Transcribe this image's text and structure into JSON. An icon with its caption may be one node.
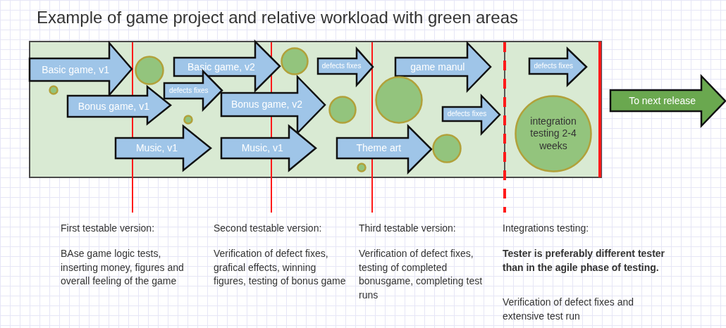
{
  "diagram": {
    "title": "Example of game project and relative workload with green areas",
    "nodes": [
      {
        "text": [],
        "shape": "box"
      },
      {
        "text": [
          "Basic game, v1"
        ],
        "in": 0
      },
      {
        "text": [
          "Bonus game, v1"
        ],
        "in": 0
      },
      {
        "text": [
          "Music, v1"
        ],
        "in": 0
      },
      {
        "text": [
          "Basic game, v2"
        ],
        "in": 0
      },
      {
        "text": [
          "defects fixes"
        ],
        "in": 0
      },
      {
        "text": [
          "Bonus game, v2"
        ],
        "in": 0
      },
      {
        "text": [
          "Music, v1"
        ],
        "in": 0
      },
      {
        "text": [
          "defects fixes"
        ],
        "in": 0
      },
      {
        "text": [
          "game manul"
        ],
        "in": 0
      },
      {
        "text": [
          "defects fixes"
        ],
        "in": 0
      },
      {
        "text": [
          "Theme art"
        ],
        "in": 0
      },
      {
        "text": [
          "defects fixes"
        ],
        "in": 0
      },
      {
        "text": [
          "integration testing 2-4 weeks"
        ],
        "in": 0
      },
      {
        "text": [],
        "shape": "circle",
        "in": 0
      },
      {
        "text": [],
        "shape": "circle",
        "in": 0
      },
      {
        "text": [],
        "shape": "circle",
        "in": 0
      },
      {
        "text": [],
        "shape": "circle",
        "in": 0
      },
      {
        "text": [],
        "shape": "circle",
        "in": 0
      },
      {
        "text": [],
        "shape": "circle",
        "in": 0
      },
      {
        "text": [],
        "shape": "circle",
        "in": 0
      },
      {
        "text": [],
        "shape": "circle",
        "in": 0
      },
      {
        "text": [
          "To next release"
        ]
      }
    ],
    "labels": [
      "First testable version:",
      "BAse game logic tests, inserting money, figures and overall feeling of the game",
      "Second testable version:",
      "Verification of defect fixes, grafical effects, winning figures, testing of bonus game",
      "Third testable version:",
      "Verification of defect fixes, testing of completed bonusgame, completing test runs",
      "Integrations testing:",
      "Tester is preferably different tester than in the agile phase of testing.",
      "Verification of defect fixes and extensive test run"
    ]
  }
}
